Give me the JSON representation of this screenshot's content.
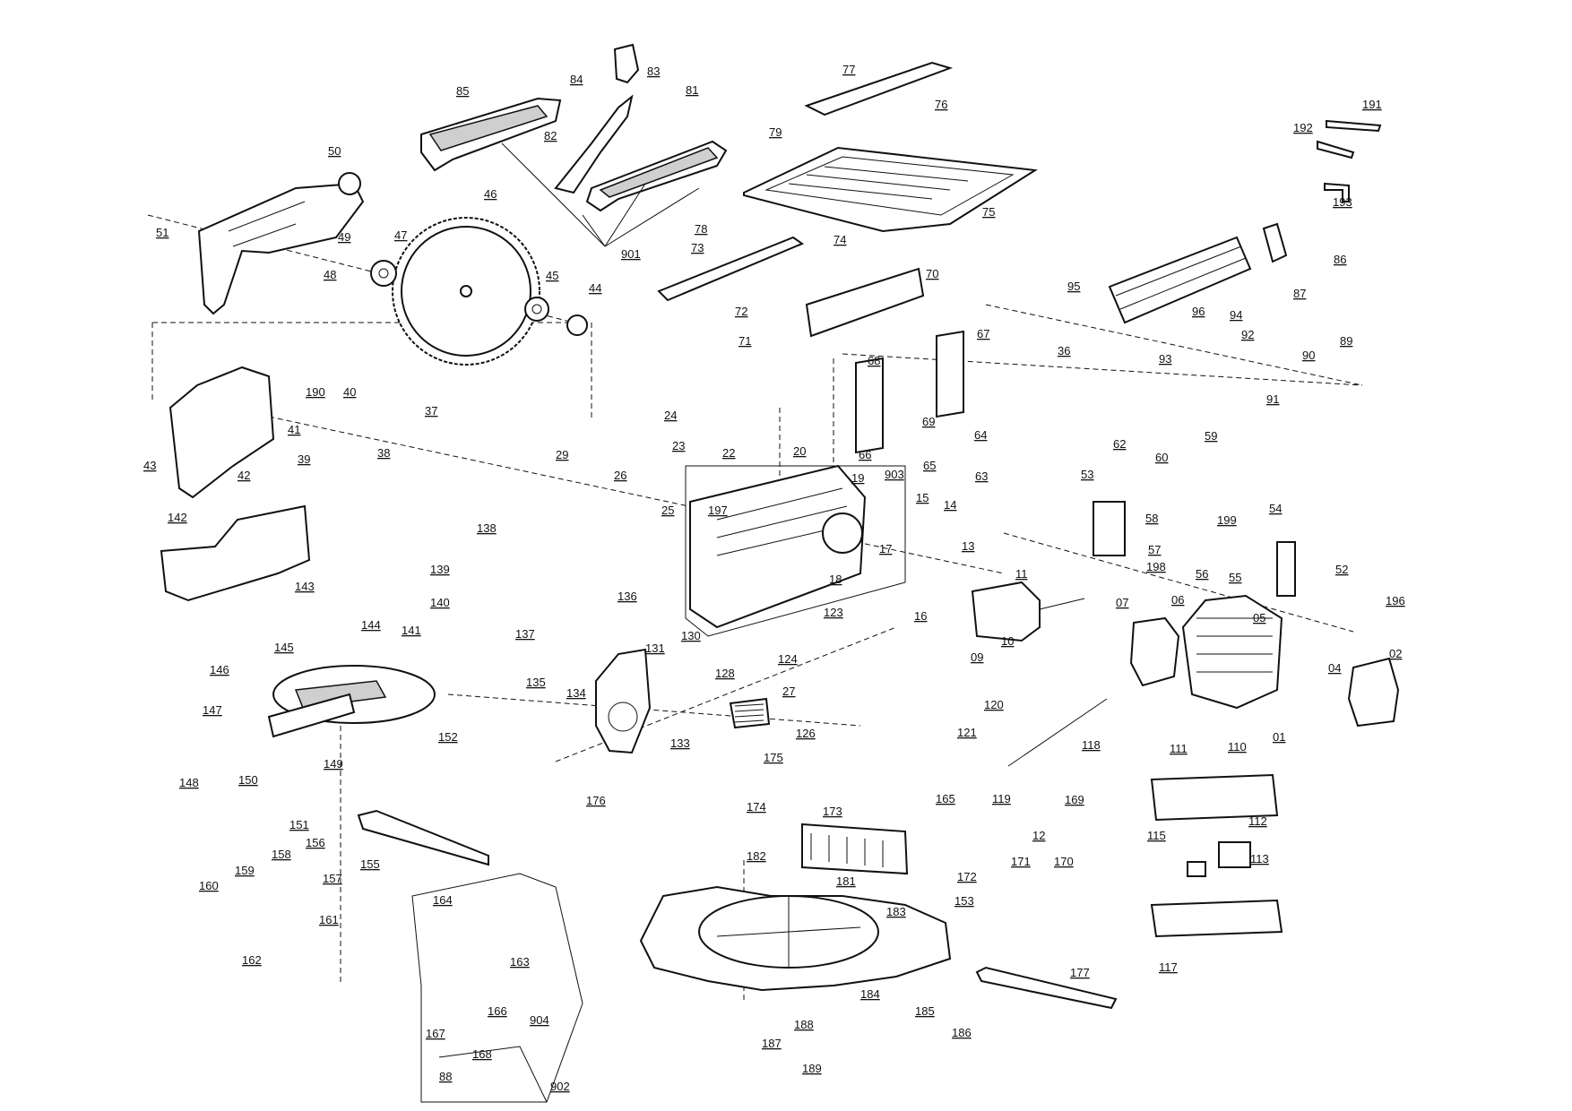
{
  "callouts": [
    "01",
    "02",
    "04",
    "05",
    "06",
    "07",
    "09",
    "10",
    "11",
    "12",
    "13",
    "14",
    "15",
    "16",
    "17",
    "18",
    "19",
    "20",
    "22",
    "23",
    "24",
    "25",
    "26",
    "27",
    "29",
    "36",
    "37",
    "38",
    "39",
    "40",
    "41",
    "42",
    "43",
    "44",
    "45",
    "46",
    "47",
    "48",
    "49",
    "50",
    "51",
    "52",
    "53",
    "54",
    "55",
    "56",
    "57",
    "58",
    "59",
    "60",
    "62",
    "63",
    "64",
    "65",
    "66",
    "67",
    "68",
    "69",
    "70",
    "71",
    "72",
    "73",
    "74",
    "75",
    "76",
    "77",
    "78",
    "79",
    "81",
    "82",
    "83",
    "84",
    "85",
    "86",
    "87",
    "88",
    "89",
    "90",
    "91",
    "92",
    "93",
    "94",
    "95",
    "96",
    "110",
    "111",
    "112",
    "113",
    "115",
    "117",
    "118",
    "119",
    "120",
    "121",
    "123",
    "124",
    "126",
    "128",
    "130",
    "131",
    "133",
    "134",
    "135",
    "136",
    "137",
    "138",
    "139",
    "140",
    "141",
    "142",
    "143",
    "144",
    "145",
    "146",
    "147",
    "148",
    "149",
    "150",
    "151",
    "152",
    "153",
    "155",
    "156",
    "157",
    "158",
    "159",
    "160",
    "161",
    "162",
    "163",
    "164",
    "165",
    "166",
    "167",
    "168",
    "169",
    "170",
    "171",
    "172",
    "173",
    "174",
    "175",
    "176",
    "177",
    "181",
    "182",
    "183",
    "184",
    "185",
    "186",
    "187",
    "188",
    "189",
    "190",
    "191",
    "192",
    "193",
    "196",
    "197",
    "198",
    "199",
    "901",
    "902",
    "903",
    "904"
  ]
}
